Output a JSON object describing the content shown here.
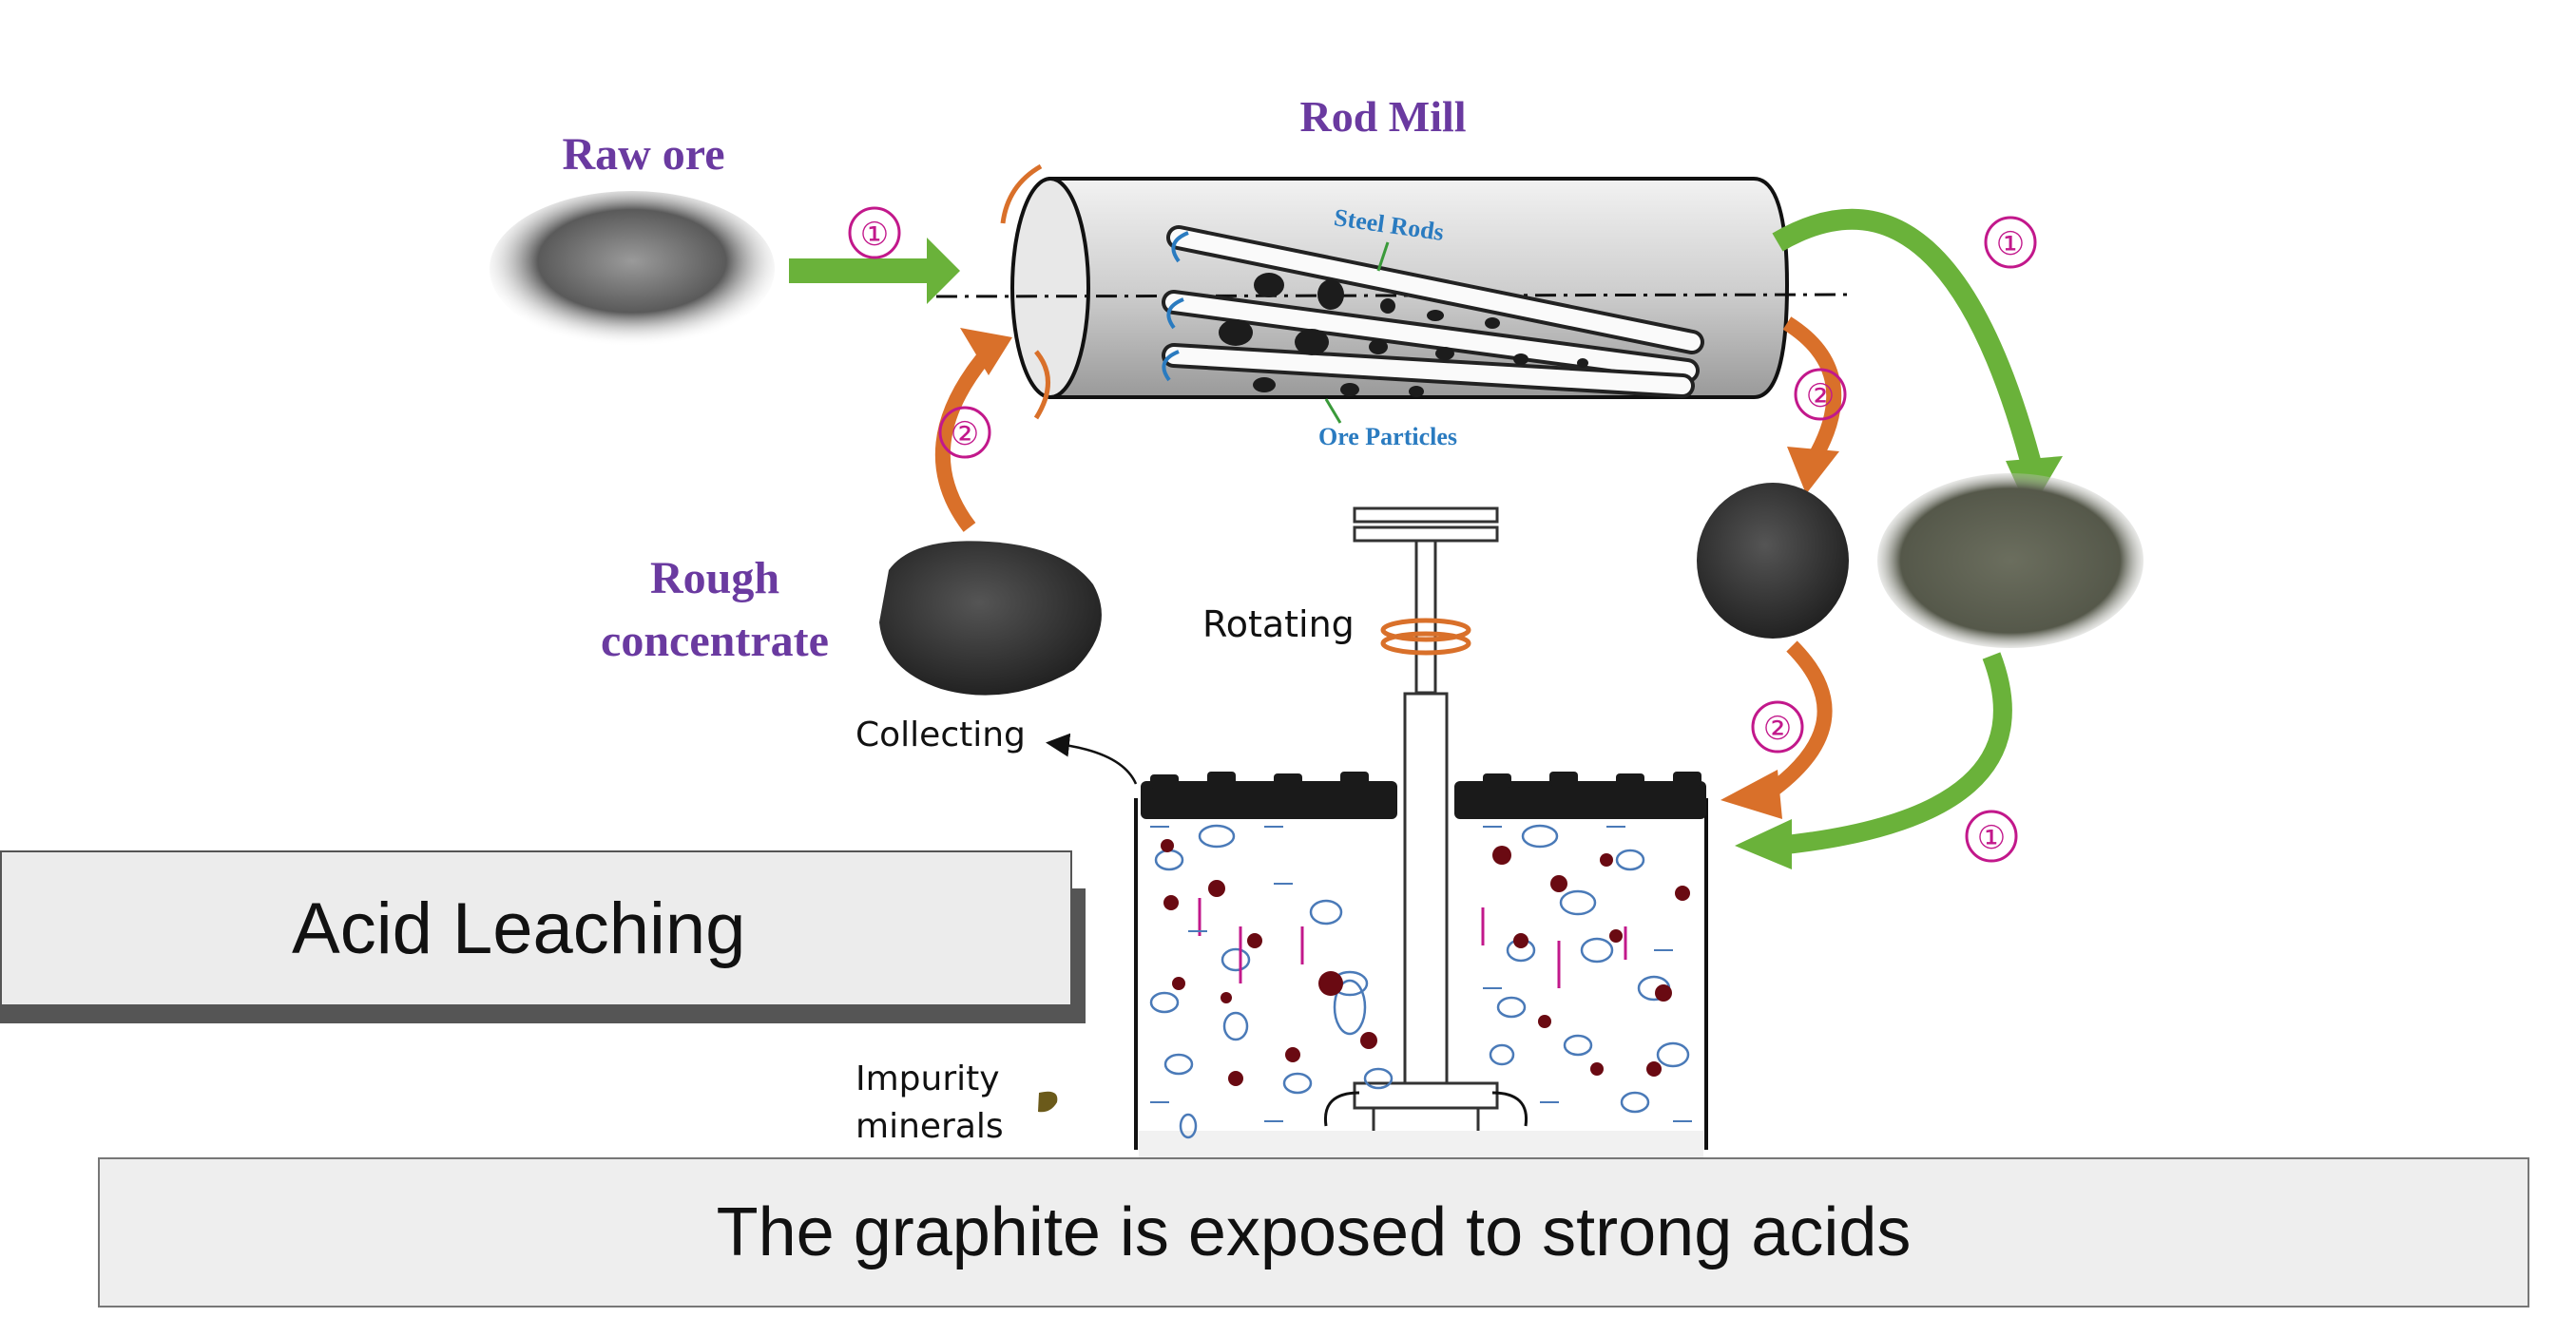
{
  "labels": {
    "raw_ore": "Raw ore",
    "rod_mill": "Rod Mill",
    "steel_rods": "Steel Rods",
    "ore_particles": "Ore Particles",
    "rough_concentrate_line1": "Rough",
    "rough_concentrate_line2": "concentrate",
    "rotating": "Rotating",
    "collecting": "Collecting",
    "impurity_line1": "Impurity",
    "impurity_line2": "minerals"
  },
  "steps": {
    "one": "①",
    "two": "②"
  },
  "title": "Acid Leaching",
  "caption": "The graphite is exposed to strong acids",
  "colors": {
    "label_purple": "#6a3aa0",
    "label_blue": "#2a7bc0",
    "step_magenta": "#c2188b",
    "arrow_green": "#6ab23a",
    "arrow_orange": "#d9702a"
  }
}
